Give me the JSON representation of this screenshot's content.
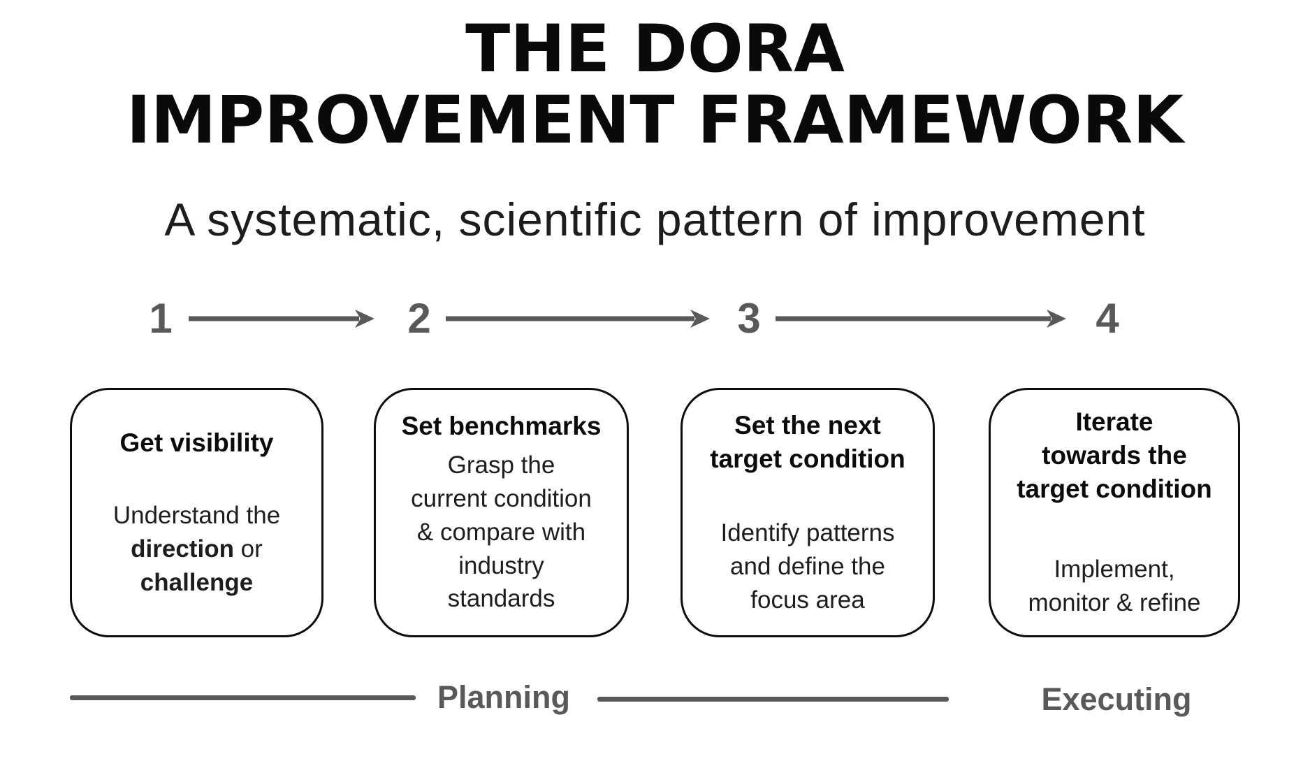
{
  "title": {
    "line1": "THE DORA",
    "line2": "IMPROVEMENT FRAMEWORK"
  },
  "subtitle": "A systematic, scientific pattern of improvement",
  "steps": [
    {
      "number": "1",
      "heading_lines": [
        "Get visibility"
      ],
      "body_lines": [
        "Understand the",
        [
          {
            "t": "direction",
            "b": true
          },
          {
            "t": " or"
          }
        ],
        [
          {
            "t": "challenge",
            "b": true
          }
        ]
      ]
    },
    {
      "number": "2",
      "heading_lines": [
        "Set benchmarks"
      ],
      "body_lines": [
        "Grasp the",
        "current condition",
        "& compare with",
        "industry",
        "standards"
      ]
    },
    {
      "number": "3",
      "heading_lines": [
        "Set the next",
        "target condition"
      ],
      "body_lines": [
        "Identify patterns",
        "and define the",
        "focus area"
      ]
    },
    {
      "number": "4",
      "heading_lines": [
        "Iterate",
        "towards the",
        "target condition"
      ],
      "body_lines": [
        "Implement,",
        "monitor & refine"
      ]
    }
  ],
  "phases": {
    "planning": "Planning",
    "executing": "Executing"
  },
  "colors": {
    "background": "#ffffff",
    "title_text": "#0a0a0a",
    "body_text": "#1d1d1d",
    "muted_gray": "#58595b",
    "box_border": "#0d0d0d"
  }
}
